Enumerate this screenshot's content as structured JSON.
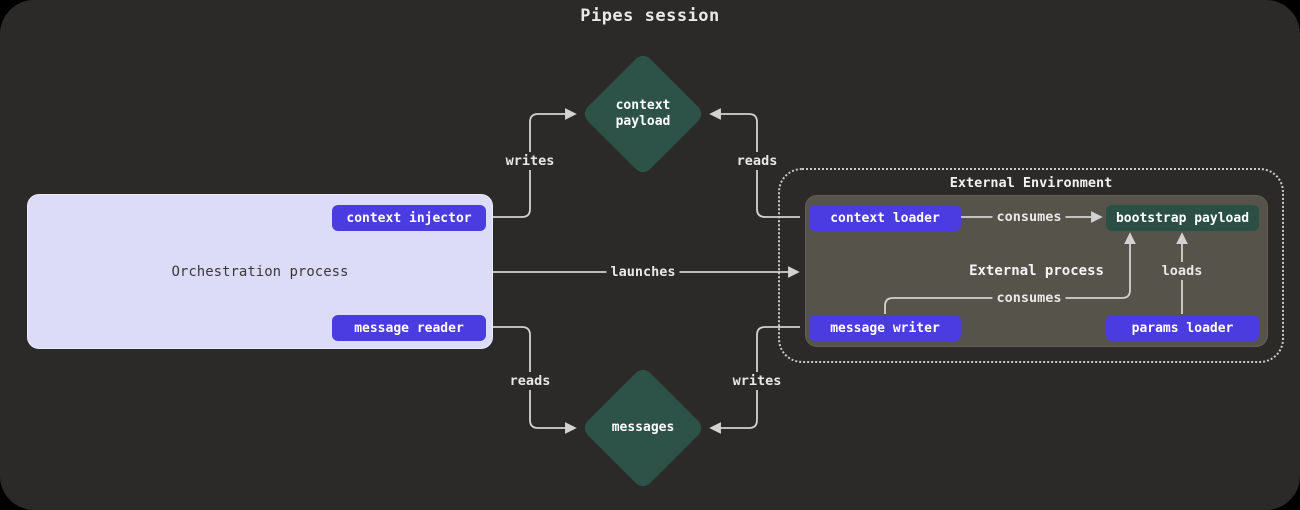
{
  "title": "Pipes session",
  "colors": {
    "canvas_bg": "#2b2a28",
    "accent_purple": "#4b3ce2",
    "lavender_box": "#dcdcf8",
    "diamond_green": "#2d5348",
    "bootstrap_green": "#2b4f45",
    "external_box": "#56534b",
    "edge_line": "#d2d2d2"
  },
  "nodes": {
    "orchestration_process": {
      "label": "Orchestration process"
    },
    "context_injector": {
      "label": "context injector"
    },
    "message_reader": {
      "label": "message reader"
    },
    "context_payload": {
      "label": "context\npayload"
    },
    "messages": {
      "label": "messages"
    },
    "external_environment": {
      "label": "External Environment"
    },
    "external_process": {
      "label": "External process"
    },
    "context_loader": {
      "label": "context loader"
    },
    "bootstrap_payload": {
      "label": "bootstrap payload"
    },
    "message_writer": {
      "label": "message writer"
    },
    "params_loader": {
      "label": "params loader"
    }
  },
  "edges": [
    {
      "id": "writes_top",
      "label": "writes",
      "from": "context_injector",
      "to": "context_payload"
    },
    {
      "id": "reads_top",
      "label": "reads",
      "from": "context_loader",
      "to": "context_payload"
    },
    {
      "id": "launches",
      "label": "launches",
      "from": "orchestration_process",
      "to": "external_process"
    },
    {
      "id": "consumes_top",
      "label": "consumes",
      "from": "context_loader",
      "to": "bootstrap_payload"
    },
    {
      "id": "consumes_bottom",
      "label": "consumes",
      "from": "message_writer",
      "to": "bootstrap_payload"
    },
    {
      "id": "loads",
      "label": "loads",
      "from": "params_loader",
      "to": "bootstrap_payload"
    },
    {
      "id": "reads_bottom",
      "label": "reads",
      "from": "message_reader",
      "to": "messages"
    },
    {
      "id": "writes_bottom",
      "label": "writes",
      "from": "message_writer",
      "to": "messages"
    }
  ]
}
